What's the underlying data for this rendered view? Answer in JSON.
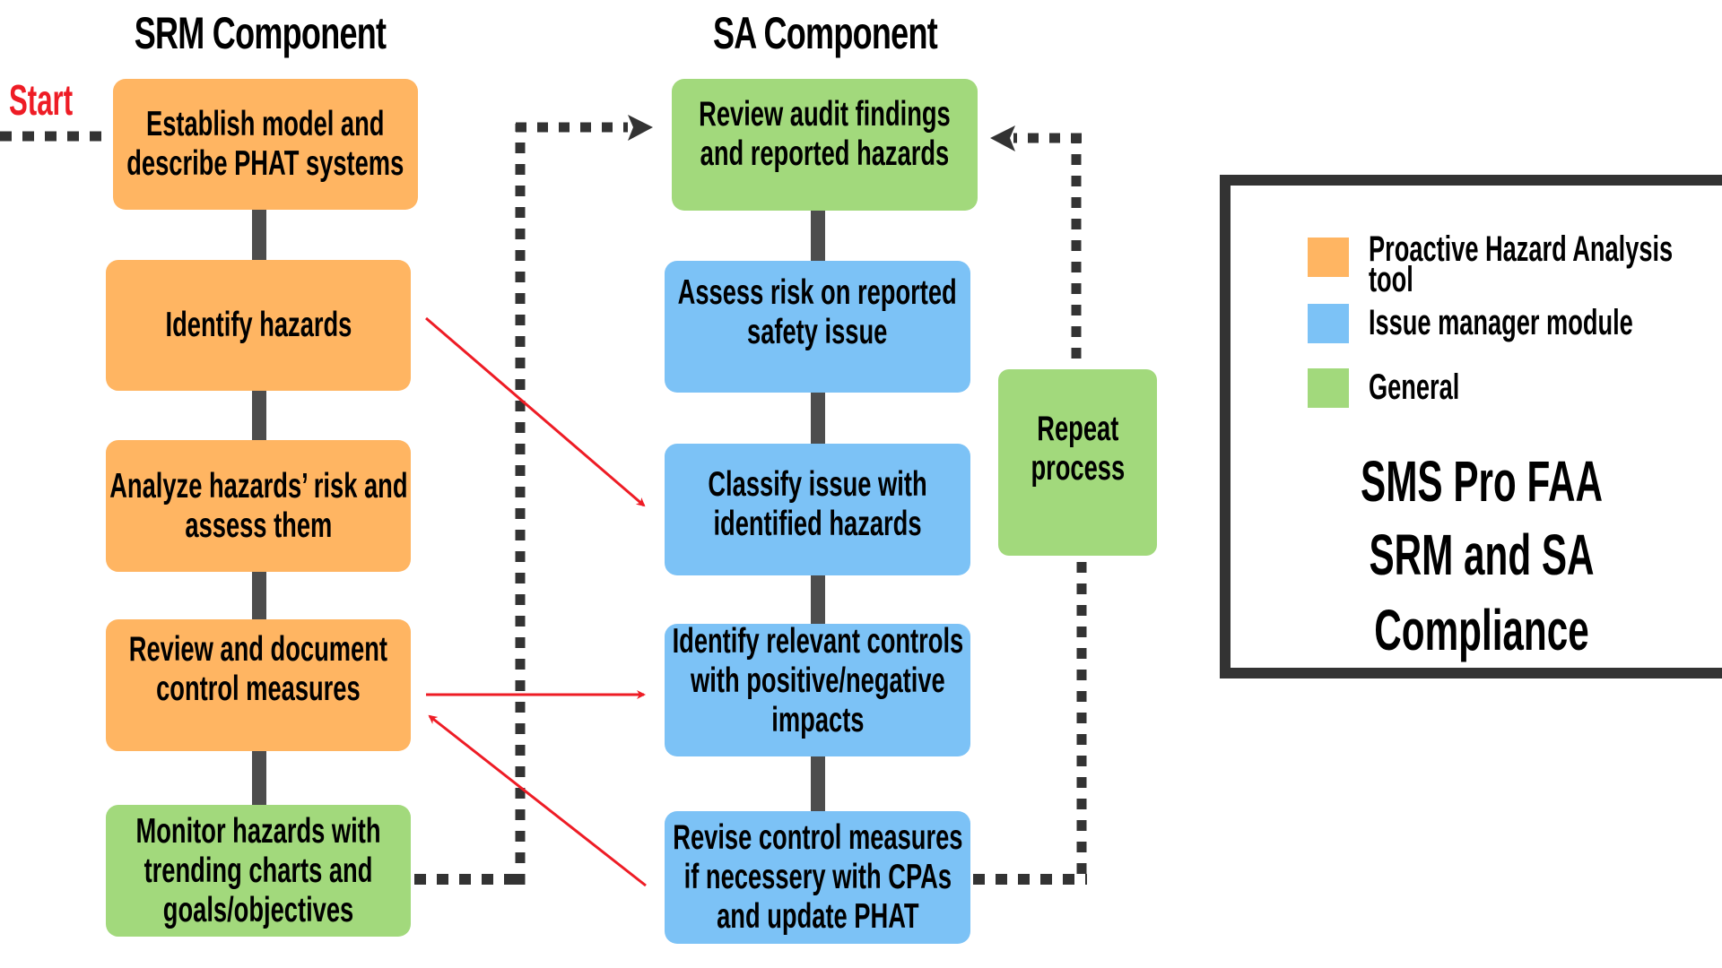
{
  "diagram": {
    "start_label": "Start",
    "colors": {
      "proactive_hazard_analysis": "#ffb562",
      "issue_manager": "#7cc2f6",
      "general": "#a2d97c",
      "arrow_red": "#ee1c25",
      "dashed_line": "#333333",
      "connector": "#4d4d4d"
    },
    "srm": {
      "title": "SRM Component",
      "steps": [
        {
          "label": "Establish model and describe PHAT systems",
          "lines": [
            "Establish model and",
            "describe PHAT systems"
          ],
          "category": "Proactive Hazard Analysis tool"
        },
        {
          "label": "Identify hazards",
          "lines": [
            "Identify hazards"
          ],
          "category": "Proactive Hazard Analysis tool"
        },
        {
          "label": "Analyze hazards’ risk and assess them",
          "lines": [
            "Analyze hazards’ risk and",
            "assess them"
          ],
          "category": "Proactive Hazard Analysis tool"
        },
        {
          "label": "Review and document control measures",
          "lines": [
            "Review and document",
            "control measures"
          ],
          "category": "Proactive Hazard Analysis tool"
        },
        {
          "label": "Monitor hazards with trending charts and goals/objectives",
          "lines": [
            "Monitor hazards with",
            "trending charts and",
            "goals/objectives"
          ],
          "category": "General"
        }
      ]
    },
    "sa": {
      "title": "SA Component",
      "steps": [
        {
          "label": "Review audit findings and reported hazards",
          "lines": [
            "Review audit findings",
            "and reported hazards"
          ],
          "category": "General"
        },
        {
          "label": "Assess risk on reported safety issue",
          "lines": [
            "Assess risk on reported",
            "safety issue"
          ],
          "category": "Issue manager module"
        },
        {
          "label": "Classify issue with identified hazards",
          "lines": [
            "Classify issue with",
            "identified hazards"
          ],
          "category": "Issue manager module"
        },
        {
          "label": "Identify relevant controls with positive/negative impacts",
          "lines": [
            "Identify relevant controls",
            "with positive/negative",
            "impacts"
          ],
          "category": "Issue manager module"
        },
        {
          "label": "Revise control measures if necessery with CPAs and update PHAT",
          "lines": [
            "Revise control measures",
            "if necessery with CPAs",
            "and update PHAT"
          ],
          "category": "Issue manager module"
        }
      ]
    },
    "repeat": {
      "lines": [
        "Repeat",
        "process"
      ],
      "category": "General"
    },
    "cross_links": [
      {
        "from": "Identify hazards",
        "to": "Classify issue with identified hazards"
      },
      {
        "from": "Review and document control measures",
        "to": "Identify relevant controls with positive/negative impacts"
      },
      {
        "from": "Revise control measures if necessery with CPAs and update PHAT",
        "to": "Review and document control measures"
      }
    ],
    "loop_links": [
      {
        "from": "Monitor hazards with trending charts and goals/objectives",
        "to": "Review audit findings and reported hazards",
        "style": "dashed"
      },
      {
        "from": "Revise control measures if necessery with CPAs and update PHAT",
        "to": "Review audit findings and reported hazards",
        "via": "Repeat process",
        "style": "dashed"
      }
    ]
  },
  "legend": {
    "items": [
      {
        "lines": [
          "Proactive Hazard Analysis",
          "tool"
        ],
        "color": "#ffb562"
      },
      {
        "lines": [
          "Issue manager module"
        ],
        "color": "#7cc2f6"
      },
      {
        "lines": [
          "General"
        ],
        "color": "#a2d97c"
      }
    ],
    "title_lines": [
      "SMS Pro FAA",
      "SRM and SA Compliance"
    ]
  }
}
